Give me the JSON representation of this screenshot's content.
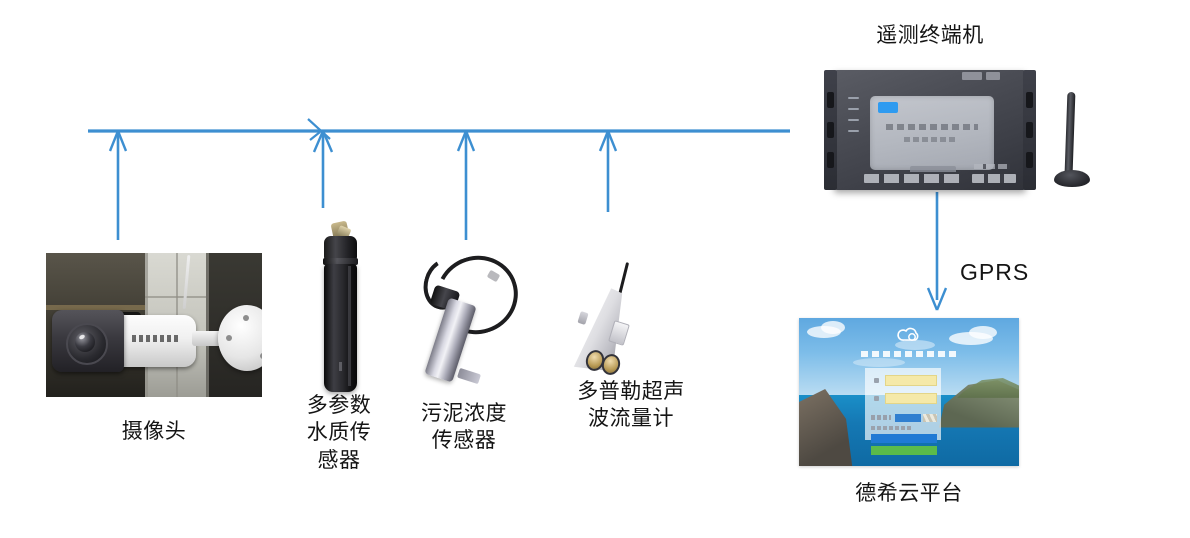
{
  "diagram": {
    "title_visible": false,
    "bus_color": "#3d8fd1",
    "nodes": [
      {
        "id": "camera",
        "label": "摄像头",
        "icon": "ip-camera-icon",
        "label_lines": [
          "摄像头"
        ]
      },
      {
        "id": "water-quality-sensor",
        "label": "多参数\n水质传\n感器",
        "icon": "water-quality-sensor-icon",
        "label_lines": [
          "多参数",
          "水质传",
          "感器"
        ]
      },
      {
        "id": "sludge-sensor",
        "label": "污泥浓度\n传感器",
        "icon": "sludge-sensor-icon",
        "label_lines": [
          "污泥浓度",
          "传感器"
        ]
      },
      {
        "id": "flowmeter",
        "label": "多普勒超声\n波流量计",
        "icon": "doppler-flowmeter-icon",
        "label_lines": [
          "多普勒超声",
          "波流量计"
        ]
      }
    ],
    "rtu": {
      "label": "遥测终端机",
      "icon": "rtu-device-icon",
      "antenna_icon": "antenna-icon"
    },
    "link": {
      "label": "GPRS"
    },
    "cloud": {
      "label": "德希云平台",
      "icon": "cloud-platform-screenshot"
    }
  }
}
